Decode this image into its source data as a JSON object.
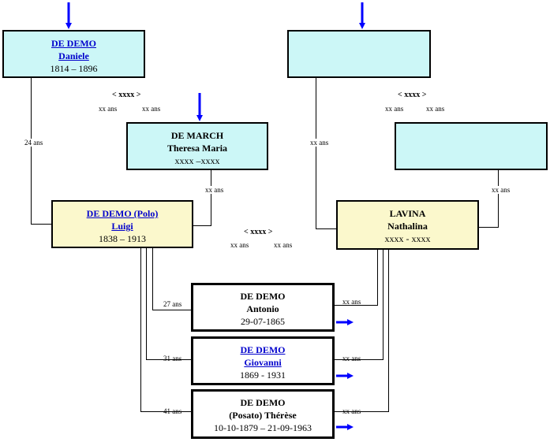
{
  "persons": {
    "daniele": {
      "surname": "DE DEMO",
      "given": "Daniele",
      "dates": "1814 – 1896"
    },
    "unknown_father": {
      "surname": "",
      "given": "",
      "dates": ""
    },
    "theresa": {
      "surname": "DE MARCH",
      "given": "Theresa Maria",
      "dates": "xxxx –xxxx"
    },
    "unknown_mother": {
      "surname": "",
      "given": "",
      "dates": ""
    },
    "luigi": {
      "surname": "DE DEMO (Polo)",
      "given": "Luigi",
      "dates": "1838 – 1913"
    },
    "nathalina": {
      "surname": "LAVINA",
      "given": "Nathalina",
      "dates": "xxxx - xxxx"
    },
    "antonio": {
      "surname": "DE DEMO",
      "given": "Antonio",
      "dates": "29-07-1865"
    },
    "giovanni": {
      "surname": "DE DEMO",
      "given": "Giovanni",
      "dates": "1869 - 1931"
    },
    "therese": {
      "surname": "DE DEMO",
      "given": "(Posato) Thérèse",
      "dates": "10-10-1879 – 21-09-1963"
    }
  },
  "marriages": {
    "m1": {
      "years": "< xxxx >",
      "left": "xx ans",
      "right": "xx ans"
    },
    "m2": {
      "years": "< xxxx >",
      "left": "xx ans",
      "right": "xx ans"
    },
    "m3": {
      "years": "< xxxx >",
      "left": "xx ans",
      "right": "xx ans"
    }
  },
  "ages": {
    "daniele_to_luigi": "24 ans",
    "theresa_to_luigi": "xx ans",
    "father_to_nathalina": "xx ans",
    "mother_to_nathalina": "xx ans",
    "luigi_antonio": "27 ans",
    "luigi_giovanni": "31 ans",
    "luigi_therese": "41 ans",
    "nath_antonio": "xx ans",
    "nath_giovanni": "xx ans",
    "nath_therese": "xx ans"
  },
  "colors": {
    "parent_box": "#ccf7f7",
    "couple_box": "#fbf8cc",
    "child_box": "#ffffff",
    "arrow": "#0000ff",
    "link": "#0000cc"
  },
  "icons": {
    "arrow_down": "arrow-down-icon",
    "arrow_right": "arrow-right-icon"
  }
}
